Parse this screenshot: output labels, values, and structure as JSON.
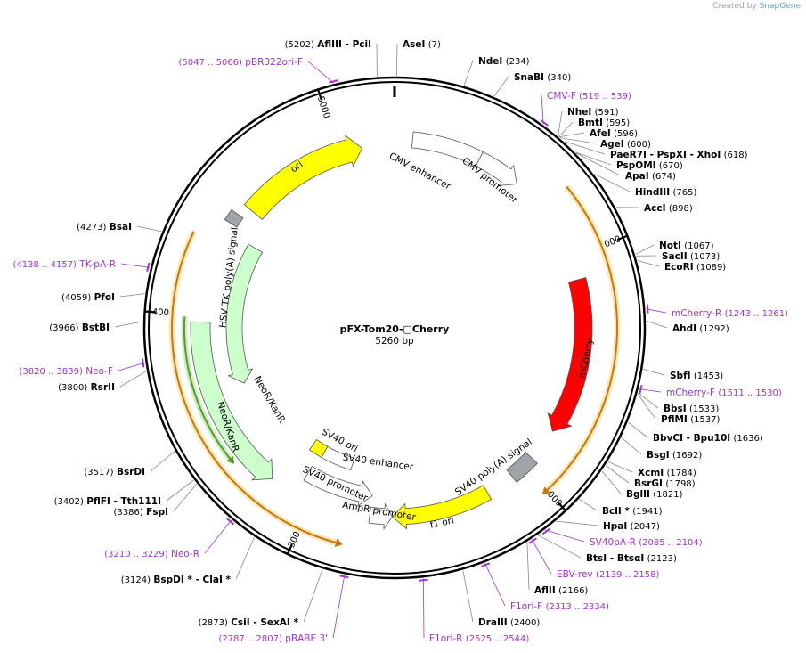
{
  "credit": {
    "prefix": "Created by",
    "brand": "SnapGene"
  },
  "plasmid": {
    "name": "pFX-Tom20-□Cherry",
    "size": "5260 bp",
    "length": 5260
  },
  "ticks": [
    {
      "bp": 1000,
      "label": "1000"
    },
    {
      "bp": 2000,
      "label": "2000"
    },
    {
      "bp": 3000,
      "label": "3000"
    },
    {
      "bp": 4000,
      "label": "4000"
    },
    {
      "bp": 5000,
      "label": "5000"
    }
  ],
  "enzymes": [
    {
      "name": "AflIII  - PciI",
      "pos": "(5202)",
      "bp": 5202
    },
    {
      "name": "AseI",
      "pos": "(7)",
      "bp": 7
    },
    {
      "name": "NdeI",
      "pos": "(234)",
      "bp": 234
    },
    {
      "name": "SnaBI",
      "pos": "(340)",
      "bp": 340
    },
    {
      "name": "NheI",
      "pos": "(591)",
      "bp": 591
    },
    {
      "name": "BmtI",
      "pos": "(595)",
      "bp": 595
    },
    {
      "name": "AfeI",
      "pos": "(596)",
      "bp": 596
    },
    {
      "name": "AgeI",
      "pos": "(600)",
      "bp": 600
    },
    {
      "name": "PaeR7I  - PspXI  - XhoI",
      "pos": "(618)",
      "bp": 618
    },
    {
      "name": "PspOMI",
      "pos": "(670)",
      "bp": 670
    },
    {
      "name": "ApaI",
      "pos": "(674)",
      "bp": 674
    },
    {
      "name": "HindIII",
      "pos": "(765)",
      "bp": 765
    },
    {
      "name": "AccI",
      "pos": "(898)",
      "bp": 898
    },
    {
      "name": "NotI",
      "pos": "(1067)",
      "bp": 1067
    },
    {
      "name": "SacII",
      "pos": "(1073)",
      "bp": 1073
    },
    {
      "name": "EcoRI",
      "pos": "(1089)",
      "bp": 1089
    },
    {
      "name": "AhdI",
      "pos": "(1292)",
      "bp": 1292
    },
    {
      "name": "SbfI",
      "pos": "(1453)",
      "bp": 1453
    },
    {
      "name": "BbsI",
      "pos": "(1533)",
      "bp": 1533
    },
    {
      "name": "PflMI",
      "pos": "(1537)",
      "bp": 1537
    },
    {
      "name": "BbvCI  - Bpu10I",
      "pos": "(1636)",
      "bp": 1636
    },
    {
      "name": "BsgI",
      "pos": "(1692)",
      "bp": 1692
    },
    {
      "name": "XcmI",
      "pos": "(1784)",
      "bp": 1784
    },
    {
      "name": "BsrGI",
      "pos": "(1798)",
      "bp": 1798
    },
    {
      "name": "BglII",
      "pos": "(1821)",
      "bp": 1821
    },
    {
      "name": "BclI *",
      "pos": "(1941)",
      "bp": 1941
    },
    {
      "name": "HpaI",
      "pos": "(2047)",
      "bp": 2047
    },
    {
      "name": "BtsI  - BtsαI",
      "pos": "(2123)",
      "bp": 2123
    },
    {
      "name": "AflII",
      "pos": "(2166)",
      "bp": 2166
    },
    {
      "name": "DraIII",
      "pos": "(2400)",
      "bp": 2400
    },
    {
      "name": "CsiI  - SexAI *",
      "pos": "(2873)",
      "bp": 2873
    },
    {
      "name": "BspDI *  - ClaI *",
      "pos": "(3124)",
      "bp": 3124
    },
    {
      "name": "FspI",
      "pos": "(3386)",
      "bp": 3386
    },
    {
      "name": "PflFI  - Tth111I",
      "pos": "(3402)",
      "bp": 3402
    },
    {
      "name": "BsrDI",
      "pos": "(3517)",
      "bp": 3517
    },
    {
      "name": "RsrII",
      "pos": "(3800)",
      "bp": 3800
    },
    {
      "name": "BstBI",
      "pos": "(3966)",
      "bp": 3966
    },
    {
      "name": "PfoI",
      "pos": "(4059)",
      "bp": 4059
    },
    {
      "name": "BsaI",
      "pos": "(4273)",
      "bp": 4273
    }
  ],
  "primers": [
    {
      "name": "pBR322ori-F",
      "pos": "(5047 .. 5066)",
      "bp": 5056
    },
    {
      "name": "CMV-F",
      "pos": "(519 .. 539)",
      "bp": 529
    },
    {
      "name": "mCherry-R",
      "pos": "(1243 .. 1261)",
      "bp": 1252
    },
    {
      "name": "mCherry-F",
      "pos": "(1511 .. 1530)",
      "bp": 1520
    },
    {
      "name": "SV40pA-R",
      "pos": "(2085 .. 2104)",
      "bp": 2094
    },
    {
      "name": "EBV-rev",
      "pos": "(2139 .. 2158)",
      "bp": 2148
    },
    {
      "name": "F1ori-F",
      "pos": "(2313 .. 2334)",
      "bp": 2323
    },
    {
      "name": "F1ori-R",
      "pos": "(2525 .. 2544)",
      "bp": 2534
    },
    {
      "name": "pBABE 3'",
      "pos": "(2787 .. 2807)",
      "bp": 2797
    },
    {
      "name": "Neo-R",
      "pos": "(3210 .. 3229)",
      "bp": 3219
    },
    {
      "name": "Neo-F",
      "pos": "(3820 .. 3839)",
      "bp": 3829
    },
    {
      "name": "TK-pA-R",
      "pos": "(4138 .. 4157)",
      "bp": 4147
    }
  ],
  "features": [
    {
      "name": "ori",
      "start": 4520,
      "end": 5110,
      "strand": 1,
      "color": "#ffff00"
    },
    {
      "name": "CMV enhancer",
      "start": 80,
      "end": 390,
      "strand": 0,
      "color": "#ffffff"
    },
    {
      "name": "CMV promoter",
      "start": 390,
      "end": 590,
      "strand": 1,
      "color": "#ffffff"
    },
    {
      "name": "mCherry",
      "start": 1100,
      "end": 1800,
      "strand": 1,
      "color": "#ff0000"
    },
    {
      "name": "SV40 poly(A) signal",
      "start": 1950,
      "end": 2070,
      "strand": 0,
      "color": "#a0a4a8"
    },
    {
      "name": "f1 ori",
      "start": 2200,
      "end": 2640,
      "strand": 1,
      "color": "#ffff00"
    },
    {
      "name": "AmpR promoter",
      "start": 2640,
      "end": 2740,
      "strand": -1,
      "color": "#ffffff"
    },
    {
      "name": "SV40 promoter",
      "start": 2740,
      "end": 3080,
      "strand": -1,
      "color": "#ffffff"
    },
    {
      "name": "SV40 enhancer",
      "start": 2880,
      "end": 3060,
      "strand": 0,
      "color": "#ffffff"
    },
    {
      "name": "SV40 ori",
      "start": 3060,
      "end": 3140,
      "strand": 0,
      "color": "#ffff00"
    },
    {
      "name": "NeoR/KanR",
      "start": 3180,
      "end": 3970,
      "strand": -1,
      "color": "#ccffcc"
    },
    {
      "name": "HSV TK poly(A) signal",
      "start": 4420,
      "end": 4470,
      "strand": 0,
      "color": "#a0a4a8"
    }
  ],
  "colors": {
    "backbone": "#000000",
    "primer": "#a033d0",
    "orf_fill": "#fde8b8",
    "orf_stroke": "#c8780a",
    "neo_inner": "#5a9a2a"
  }
}
